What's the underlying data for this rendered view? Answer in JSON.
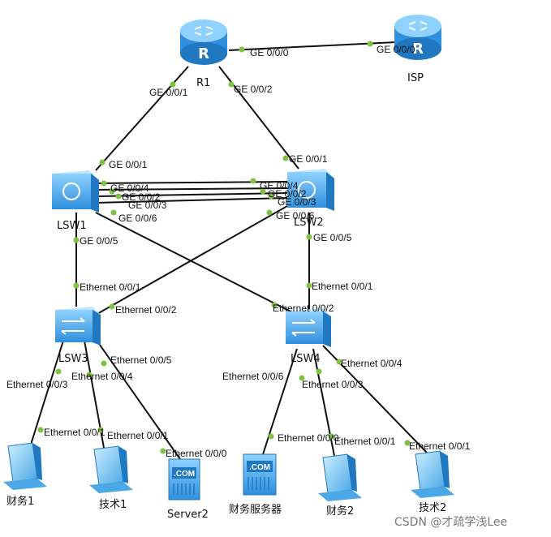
{
  "devices": {
    "r1": "R1",
    "isp": "ISP",
    "lsw1": "LSW1",
    "lsw2": "LSW2",
    "lsw3": "LSW3",
    "lsw4": "LSW4",
    "caiwu1": "财务1",
    "jishu1": "技术1",
    "server2": "Server2",
    "caiwu_server": "财务服务器",
    "caiwu2": "财务2",
    "jishu2": "技术2"
  },
  "ports": {
    "r1_ge000": "GE 0/0/0",
    "isp_ge000": "GE 0/0/0",
    "r1_ge001": "GE 0/0/1",
    "r1_ge002": "GE 0/0/2",
    "lsw1_ge001": "GE 0/0/1",
    "lsw2_ge001": "GE 0/0/1",
    "lsw1_ge004": "GE 0/0/4",
    "lsw1_ge002": "GE 0/0/2",
    "lsw1_ge003": "GE 0/0/3",
    "lsw1_ge006": "GE 0/0/6",
    "lsw2_ge004": "GE 0/0/4",
    "lsw2_ge002": "GE 0/0/2",
    "lsw2_ge003": "GE 0/0/3",
    "lsw2_ge006": "GE 0/0/6",
    "lsw1_ge005": "GE 0/0/5",
    "lsw2_ge005": "GE 0/0/5",
    "lsw3_eth1": "Ethernet 0/0/1",
    "lsw3_eth2": "Ethernet 0/0/2",
    "lsw4_eth1": "Ethernet 0/0/1",
    "lsw4_eth2": "Ethernet 0/0/2",
    "lsw3_eth5": "Ethernet 0/0/5",
    "lsw3_eth3": "Ethernet 0/0/3",
    "lsw3_eth4": "Ethernet 0/0/4",
    "lsw4_eth6": "Ethernet 0/0/6",
    "lsw4_eth4": "Ethernet 0/0/4",
    "lsw4_eth3": "Ethernet 0/0/3",
    "caiwu1_eth1": "Ethernet 0/0/1",
    "jishu1_eth1": "Ethernet 0/0/1",
    "server2_eth0": "Ethernet 0/0/0",
    "caiwu_server_eth0": "Ethernet 0/0/0",
    "caiwu2_eth1": "Ethernet 0/0/1",
    "jishu2_eth1": "Ethernet 0/0/1"
  },
  "server_badge": ".COM",
  "router_glyph": "R",
  "watermark": "CSDN @才疏学浅Lee",
  "colors": {
    "device_blue": "#4aa8e6",
    "device_dark": "#1f78c0",
    "port_green": "#7dc242",
    "link": "#111111"
  }
}
